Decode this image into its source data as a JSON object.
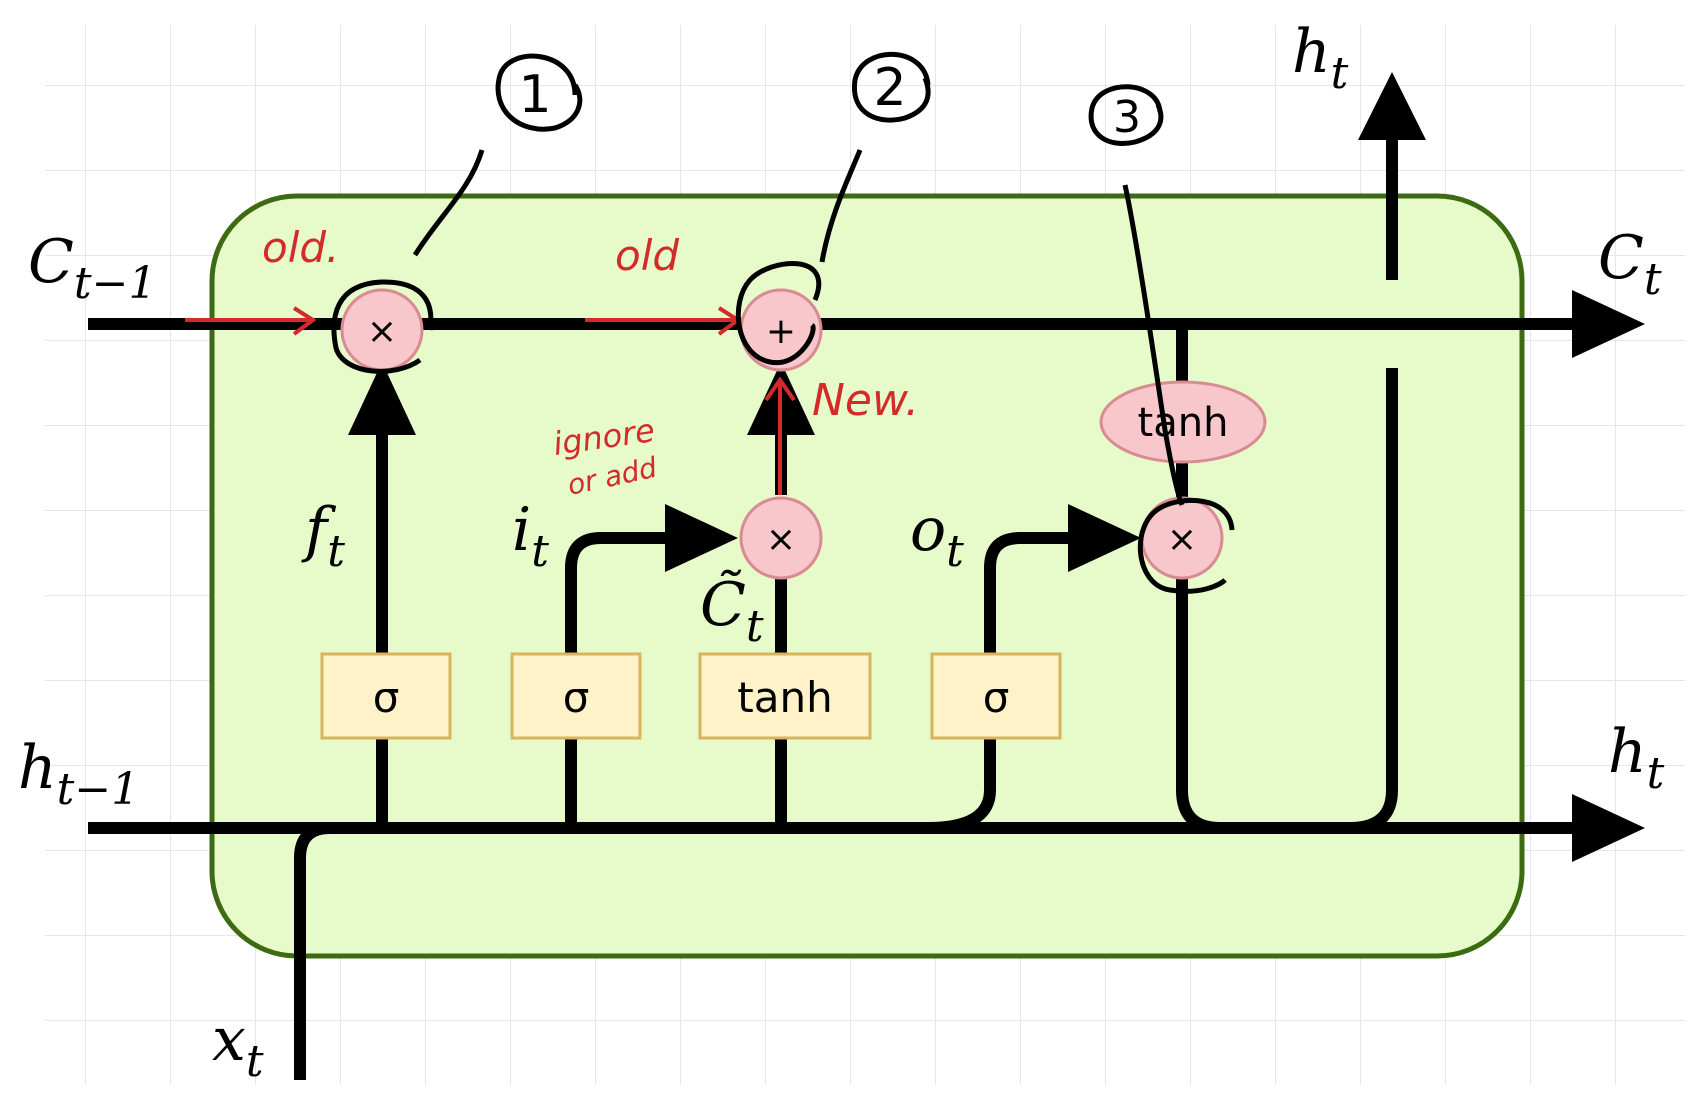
{
  "colors": {
    "cell_fill": "#e6fbc9",
    "cell_border": "#3d6b12",
    "gate_fill": "#fff2c9",
    "gate_border": "#d8b45c",
    "op_fill": "#f7c7cb",
    "op_border": "#d98a92",
    "annotation_red": "#d42a2a",
    "grid": "#e6e6e6"
  },
  "labels": {
    "c_prev_main": "C",
    "c_prev_sub": "t−1",
    "h_prev_main": "h",
    "h_prev_sub": "t−1",
    "x_main": "x",
    "x_sub": "t",
    "c_out_main": "C",
    "c_out_sub": "t",
    "h_out_main": "h",
    "h_out_sub": "t",
    "h_top_main": "h",
    "h_top_sub": "t",
    "f_main": "f",
    "f_sub": "t",
    "i_main": "i",
    "i_sub": "t",
    "o_main": "o",
    "o_sub": "t",
    "ctilde_main": "C̃",
    "ctilde_sub": "t"
  },
  "gates": {
    "forget": "σ",
    "input": "σ",
    "candidate": "tanh",
    "output": "σ"
  },
  "ops": {
    "forget_mult": "×",
    "add": "+",
    "input_mult": "×",
    "output_mult": "×",
    "cell_tanh": "tanh"
  },
  "annotations": {
    "num1": "1",
    "num2": "2",
    "num3": "3",
    "old1": "old.",
    "old2": "old",
    "new": "New.",
    "ignore": "ignore",
    "or_add": "or add"
  }
}
